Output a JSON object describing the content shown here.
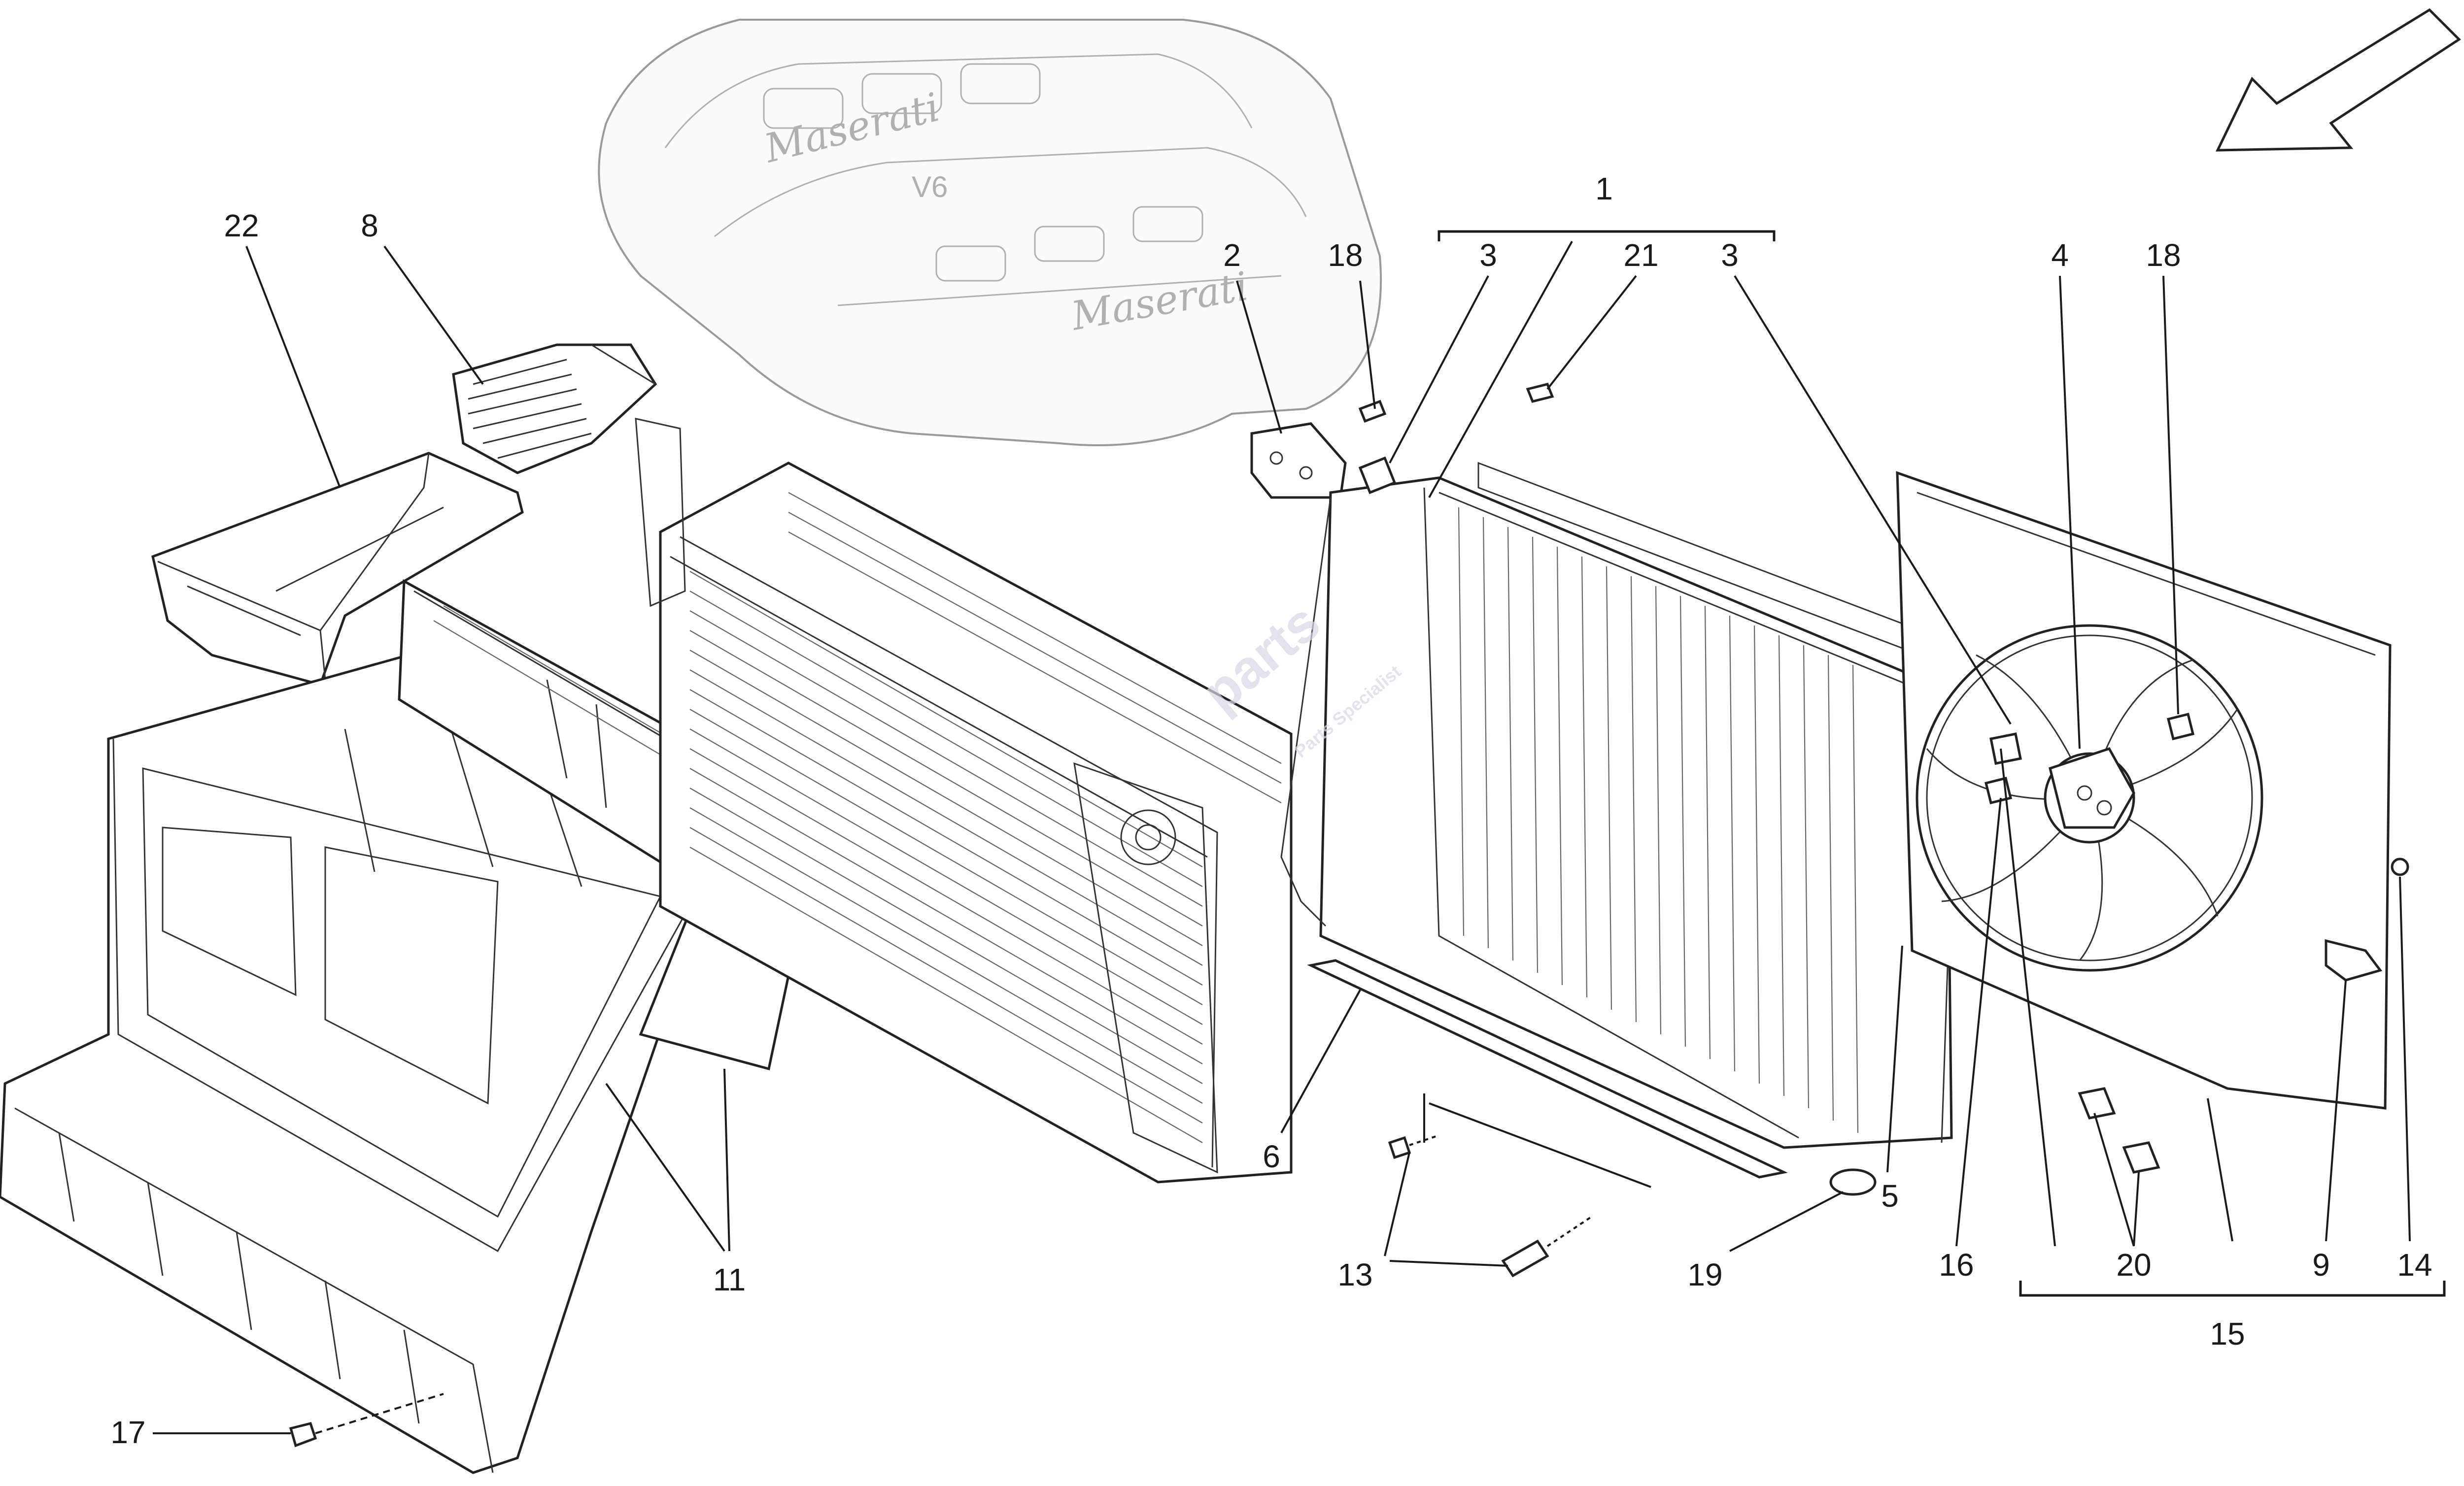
{
  "callouts": [
    {
      "id": "c1",
      "label": "1"
    },
    {
      "id": "c2",
      "label": "2"
    },
    {
      "id": "c3a",
      "label": "3"
    },
    {
      "id": "c3b",
      "label": "3"
    },
    {
      "id": "c4",
      "label": "4"
    },
    {
      "id": "c5",
      "label": "5"
    },
    {
      "id": "c6",
      "label": "6"
    },
    {
      "id": "c8",
      "label": "8"
    },
    {
      "id": "c9",
      "label": "9"
    },
    {
      "id": "c11",
      "label": "11"
    },
    {
      "id": "c13",
      "label": "13"
    },
    {
      "id": "c14",
      "label": "14"
    },
    {
      "id": "c15",
      "label": "15"
    },
    {
      "id": "c16",
      "label": "16"
    },
    {
      "id": "c17",
      "label": "17"
    },
    {
      "id": "c18a",
      "label": "18"
    },
    {
      "id": "c18b",
      "label": "18"
    },
    {
      "id": "c19",
      "label": "19"
    },
    {
      "id": "c20",
      "label": "20"
    },
    {
      "id": "c21",
      "label": "21"
    },
    {
      "id": "c22",
      "label": "22"
    }
  ],
  "engine_cover": {
    "brand_text_1": "Maserati",
    "brand_text_2": "Maserati",
    "badge_text": "V6"
  },
  "watermark": {
    "text": "parts",
    "subtext": "Parts Specialist"
  },
  "icons": {
    "direction_arrow": "front-direction-arrow-icon"
  }
}
